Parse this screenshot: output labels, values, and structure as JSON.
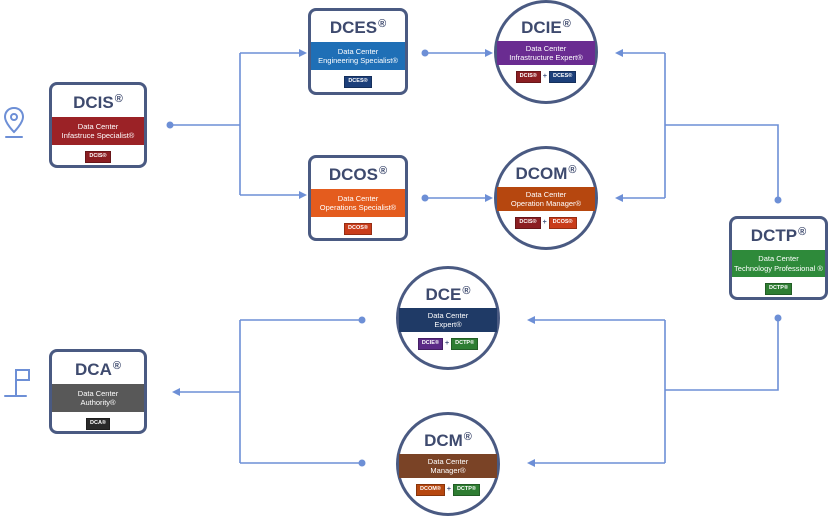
{
  "colors": {
    "connector": "#6d8fd6",
    "border": "#4a5a82",
    "title": "#3e4a6e"
  },
  "side_icons": [
    {
      "name": "location-pin-icon"
    },
    {
      "name": "flag-icon"
    }
  ],
  "nodes": {
    "dcis": {
      "title": "DCIS",
      "line1": "Data Center",
      "line2": "Infastruce Specialist®",
      "band_color": "#9b2226",
      "badges": [
        {
          "label": "DCIS®",
          "color": "#8b1e22"
        }
      ]
    },
    "dces": {
      "title": "DCES",
      "line1": "Data Center",
      "line2": "Engineering Specialist®",
      "band_color": "#1f6fb6",
      "badges": [
        {
          "label": "DCES®",
          "color": "#1c3f7a"
        }
      ]
    },
    "dcos": {
      "title": "DCOS",
      "line1": "Data Center",
      "line2": "Operations Specialist®",
      "band_color": "#e45c1e",
      "badges": [
        {
          "label": "DCOS®",
          "color": "#c93c1a"
        }
      ]
    },
    "dcie": {
      "title": "DCIE",
      "line1": "Data Center",
      "line2": "Infrastructure Expert®",
      "band_color": "#6a2c91",
      "badges": [
        {
          "label": "DCIS®",
          "color": "#8b1e22"
        },
        {
          "label": "DCES®",
          "color": "#1c3f7a"
        }
      ]
    },
    "dcom": {
      "title": "DCOM",
      "line1": "Data Center",
      "line2": "Operation Manager®",
      "band_color": "#b6470f",
      "badges": [
        {
          "label": "DCIS®",
          "color": "#8b1e22"
        },
        {
          "label": "DCOS®",
          "color": "#c93c1a"
        }
      ]
    },
    "dctp": {
      "title": "DCTP",
      "line1": "Data Center",
      "line2": "Technology Professional ®",
      "band_color": "#2e8a3a",
      "badges": [
        {
          "label": "DCTP®",
          "color": "#2e7d32"
        }
      ]
    },
    "dce": {
      "title": "DCE",
      "line1": "Data Center",
      "line2": "Expert®",
      "band_color": "#1f3a66",
      "badges": [
        {
          "label": "DCIE®",
          "color": "#5b2a86"
        },
        {
          "label": "DCTP®",
          "color": "#2e7d32"
        }
      ]
    },
    "dca": {
      "title": "DCA",
      "line1": "Data Center",
      "line2": "Authority®",
      "band_color": "#585858",
      "badges": [
        {
          "label": "DCA®",
          "color": "#2a2a2a"
        }
      ]
    },
    "dcm": {
      "title": "DCM",
      "line1": "Data Center",
      "line2": "Manager®",
      "band_color": "#7a4326",
      "badges": [
        {
          "label": "DCOM®",
          "color": "#b6470f"
        },
        {
          "label": "DCTP®",
          "color": "#2e7d32"
        }
      ]
    }
  }
}
